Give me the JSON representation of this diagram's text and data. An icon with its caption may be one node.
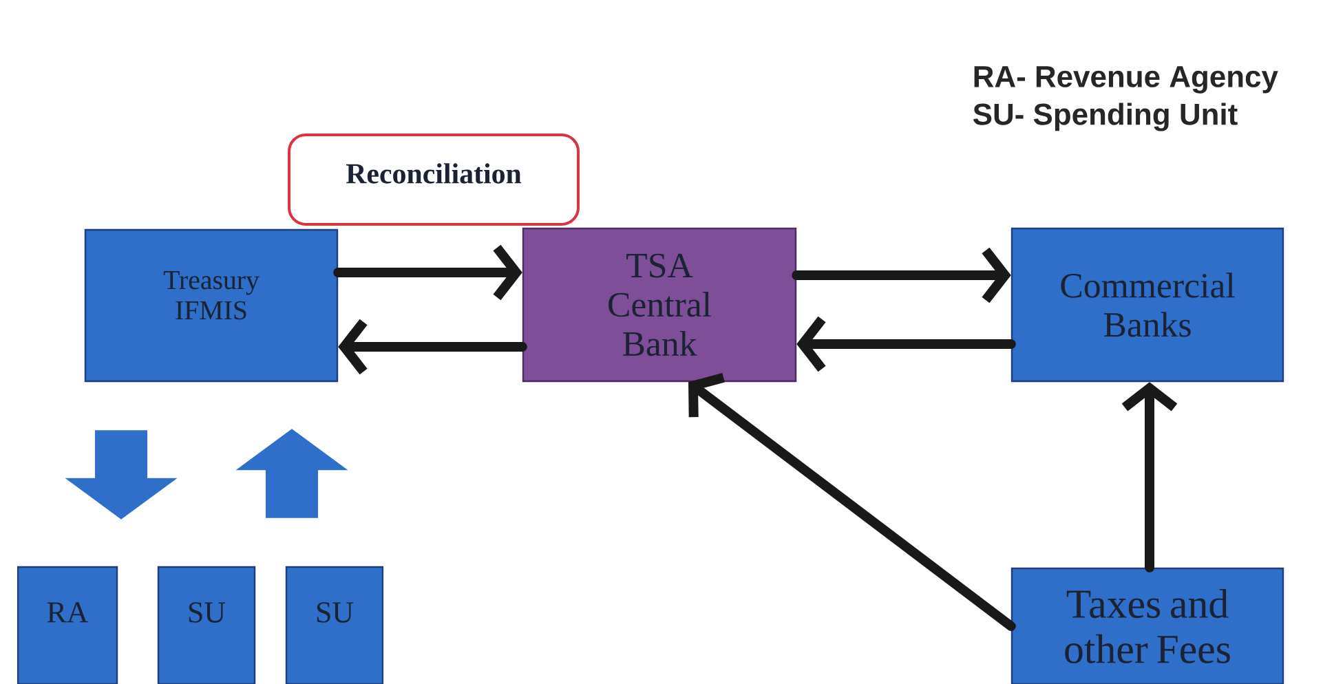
{
  "diagram": {
    "nodes": [
      {
        "text": [
          "Reconciliation"
        ]
      },
      {
        "text": [
          "Treasury IFMIS"
        ]
      },
      {
        "text": [
          "TSA Central Bank"
        ]
      },
      {
        "text": [
          "Commercial Banks"
        ]
      },
      {
        "text": [
          "RA"
        ]
      },
      {
        "text": [
          "SU"
        ]
      },
      {
        "text": [
          "SU"
        ]
      },
      {
        "text": [
          "Taxes and other Fees"
        ]
      }
    ],
    "edges": [
      {
        "from": 1,
        "to": 2,
        "arrow": "to"
      },
      {
        "from": 2,
        "to": 1,
        "arrow": "to"
      },
      {
        "from": 2,
        "to": 3,
        "arrow": "to"
      },
      {
        "from": 3,
        "to": 2,
        "arrow": "to"
      },
      {
        "from": 7,
        "to": 2,
        "arrow": "to"
      },
      {
        "from": 7,
        "to": 3,
        "arrow": "to"
      },
      {
        "from": 1,
        "to": 4,
        "arrow": "to",
        "style": "thick",
        "color": "#2f6fc9"
      },
      {
        "from": 6,
        "to": 1,
        "arrow": "to",
        "style": "thick",
        "color": "#2f6fc9"
      }
    ],
    "labels": [
      "RA- Revenue Agency",
      "SU- Spending Unit"
    ]
  }
}
